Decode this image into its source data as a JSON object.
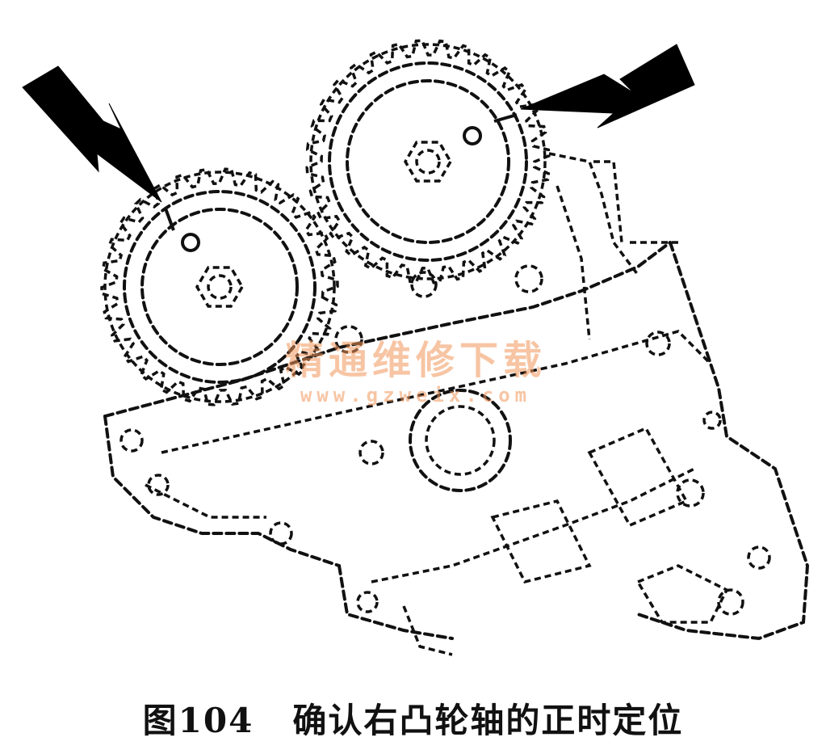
{
  "caption": {
    "figure_number": "图104",
    "text": "确认右凸轮轴的正时定位"
  },
  "watermark": {
    "title": "精通维修下载",
    "url": "www.gzweix.com"
  },
  "colors": {
    "line": "#111111",
    "arrow": "#000000",
    "watermark": "#f0965a"
  }
}
